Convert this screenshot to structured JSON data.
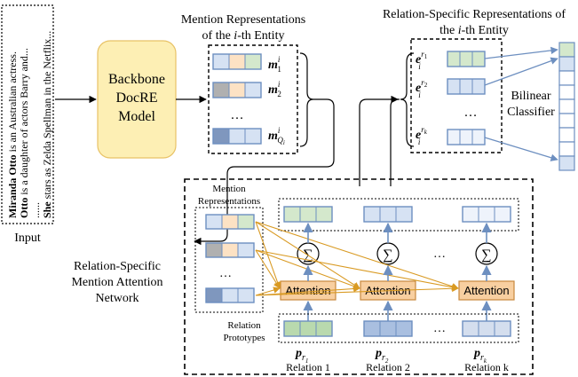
{
  "input": {
    "label": "Input",
    "lines": [
      {
        "bold": "Miranda Otto",
        "rest": " is an Australian actress."
      },
      {
        "bold": "Otto",
        "rest": " is a daughter of actors Barry and..."
      },
      {
        "bold": "",
        "rest": "......"
      },
      {
        "bold": "She",
        "rest": " stars as Zelda Spellman in the Netflix..."
      }
    ]
  },
  "backbone": {
    "lines": [
      "Backbone",
      "DocRE",
      "Model"
    ]
  },
  "mention_repr": {
    "title_line1": "Mention Representations",
    "title_line2_prefix": "of the ",
    "title_line2_italic": "i",
    "title_line2_suffix": "-th Entity",
    "ellipsis": "…",
    "labels": [
      {
        "base": "m",
        "sub": "1",
        "sup": "i"
      },
      {
        "base": "m",
        "sub": "2",
        "sup": "i"
      },
      {
        "base": "m",
        "sub": "Q",
        "subsub": "i",
        "sup": "i"
      }
    ]
  },
  "relation_repr": {
    "title_line1": "Relation-Specific Representations of",
    "title_line2_prefix": "the ",
    "title_line2_italic": "i",
    "title_line2_suffix": "-th Entity",
    "ellipsis": "…",
    "labels": [
      {
        "base": "e",
        "sub": "i",
        "sup": "r",
        "supsub": "1"
      },
      {
        "base": "e",
        "sub": "i",
        "sup": "r",
        "supsub": "2"
      },
      {
        "base": "e",
        "sub": "i",
        "sup": "r",
        "supsub": "k"
      }
    ]
  },
  "classifier": {
    "lines": [
      "Bilinear",
      "Classifier"
    ]
  },
  "attention_network": {
    "label_lines": [
      "Relation-Specific",
      "Mention Attention",
      "Network"
    ],
    "mention_label_lines": [
      "Mention",
      "Representations"
    ],
    "prototypes_label_lines": [
      "Relation",
      "Prototypes"
    ],
    "attention_label": "Attention",
    "sum_symbol": "∑",
    "ellipsis": "…",
    "proto_labels": [
      {
        "base": "p",
        "sub": "r",
        "subsub": "1"
      },
      {
        "base": "p",
        "sub": "r",
        "subsub": "2"
      },
      {
        "base": "p",
        "sub": "r",
        "subsub": "k"
      }
    ],
    "relation_names": [
      "Relation 1",
      "Relation 2",
      "Relation k"
    ]
  },
  "colors": {
    "green": "#d4e8cc",
    "blue": "#d6e2f3",
    "orange": "#fde2c4",
    "grey": "#b0b0b0",
    "dark_blue": "#7f97be",
    "cell_border": "#6d8fc0",
    "backbone_fill": "#fdefb4",
    "backbone_border": "#e8c266",
    "attention_fill": "#f8cfa0",
    "attention_border": "#c8893e",
    "arrow_blue": "#6d8fc0",
    "arrow_orange": "#d99a22",
    "arrow_black": "#000000"
  }
}
